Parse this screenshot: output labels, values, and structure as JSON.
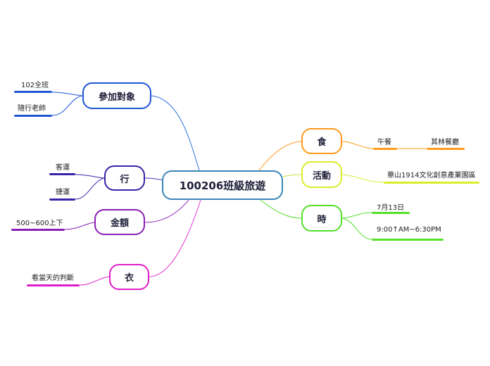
{
  "map": {
    "central": "100206班級旅遊",
    "branches": [
      {
        "id": "participants",
        "label": "參加對象",
        "color": "#1f56d6",
        "items": [
          "102全班",
          "隨行老師"
        ]
      },
      {
        "id": "transport",
        "label": "行",
        "color": "#3b22a8",
        "items": [
          "客運",
          "捷運"
        ]
      },
      {
        "id": "cost",
        "label": "金額",
        "color": "#8a1fb8",
        "items": [
          "500~600上下"
        ]
      },
      {
        "id": "clothing",
        "label": "衣",
        "color": "#e01ec8",
        "items": [
          "看當天的判斷"
        ]
      },
      {
        "id": "food",
        "label": "食",
        "color": "#ff9b1a",
        "items": [
          "午餐",
          "其林餐廳"
        ]
      },
      {
        "id": "activity",
        "label": "活動",
        "color": "#d9ee2a",
        "items": [
          "華山1914文化創意產業園區"
        ]
      },
      {
        "id": "time",
        "label": "時",
        "color": "#55e02a",
        "items": [
          "7月13日",
          "9:00↑AM~6:30PM"
        ]
      }
    ]
  }
}
